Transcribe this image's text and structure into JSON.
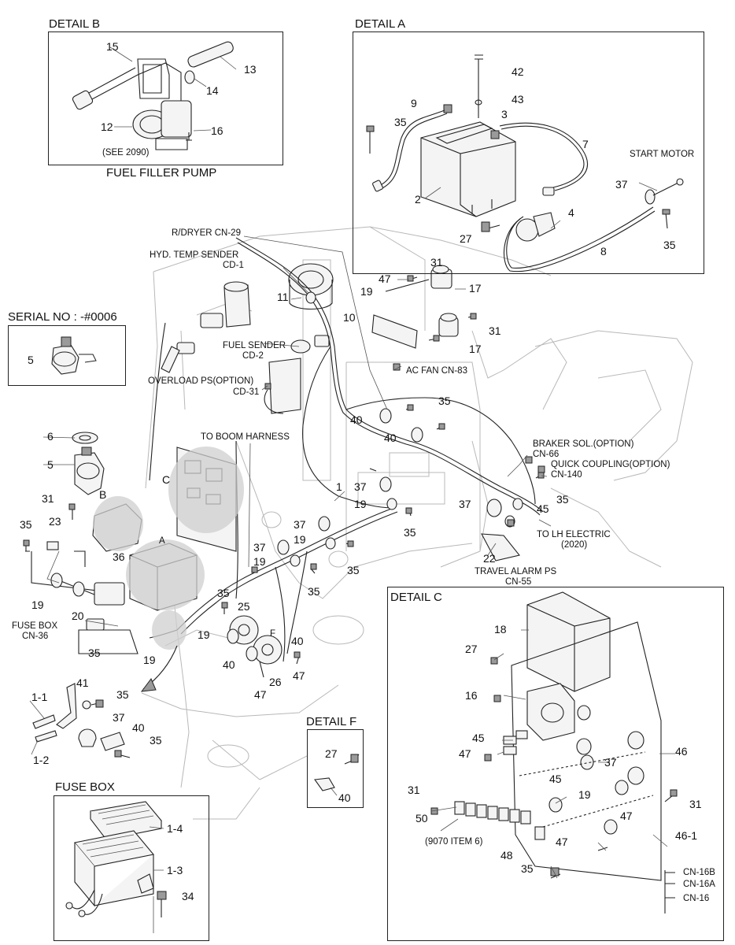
{
  "detail_b": {
    "title": "DETAIL B",
    "caption": "FUEL FILLER PUMP",
    "note": "(SEE 2090)",
    "callouts": [
      "15",
      "13",
      "14",
      "12",
      "16"
    ]
  },
  "detail_a": {
    "title": "DETAIL A",
    "start_motor": "START MOTOR",
    "callouts": [
      "42",
      "43",
      "9",
      "35",
      "3",
      "7",
      "2",
      "4",
      "37",
      "27",
      "8",
      "35"
    ]
  },
  "serial": {
    "title": "SERIAL NO : -#0006",
    "callout": "5"
  },
  "main": {
    "rdryer": "R/DRYER CN-29",
    "hyd_temp_1": "HYD. TEMP SENDER",
    "hyd_temp_2": "CD-1",
    "fuel_sender_1": "FUEL SENDER",
    "fuel_sender_2": "CD-2",
    "overload_1": "OVERLOAD PS(OPTION)",
    "overload_2": "CD-31",
    "boom": "TO BOOM HARNESS",
    "ac_fan": "AC FAN CN-83",
    "braker_1": "BRAKER SOL.(OPTION)",
    "braker_2": "CN-66",
    "quick_1": "QUICK COUPLING(OPTION)",
    "quick_2": "CN-140",
    "lh_1": "TO LH ELECTRIC",
    "lh_2": "(2020)",
    "travel_1": "TRAVEL ALARM PS",
    "travel_2": "CN-55",
    "fusebox_1": "FUSE BOX",
    "fusebox_2": "CN-36",
    "letter_a": "A",
    "letter_b": "B",
    "letter_c": "C",
    "letter_f": "F",
    "callouts": [
      "11",
      "31",
      "47",
      "17",
      "19",
      "10",
      "17",
      "31",
      "35",
      "40",
      "40",
      "1",
      "37",
      "19",
      "37",
      "45",
      "35",
      "35",
      "37",
      "19",
      "37",
      "19",
      "35",
      "35",
      "22",
      "6",
      "5",
      "31",
      "23",
      "35",
      "36",
      "19",
      "20",
      "35",
      "19",
      "25",
      "35",
      "19",
      "40",
      "40",
      "47",
      "26",
      "47",
      "41",
      "1-1",
      "35",
      "1-2",
      "37",
      "40",
      "35"
    ]
  },
  "detail_f": {
    "title": "DETAIL F",
    "callouts": [
      "27",
      "40"
    ]
  },
  "fuse_box": {
    "title": "FUSE BOX",
    "callouts": [
      "1-4",
      "1-3",
      "34"
    ]
  },
  "detail_c": {
    "title": "DETAIL C",
    "callouts": [
      "18",
      "27",
      "16",
      "45",
      "47",
      "37",
      "46",
      "31",
      "50",
      "19",
      "45",
      "47",
      "31",
      "46-1",
      "48",
      "47",
      "35"
    ],
    "item_note": "(9070 ITEM 6)",
    "connectors": [
      "CN-16B",
      "CN-16A",
      "CN-16"
    ]
  }
}
